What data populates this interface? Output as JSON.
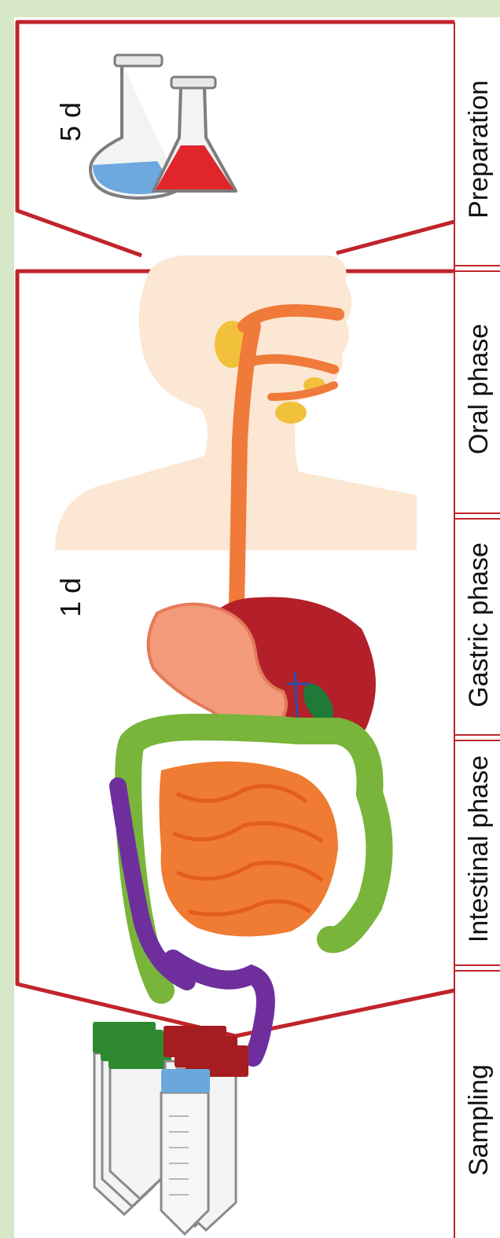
{
  "labels": {
    "stages": [
      "Preparation",
      "Oral phase",
      "Gastric phase",
      "Intestinal phase",
      "Sampling"
    ],
    "durations": {
      "preparation": "5 d",
      "digestion": "1 d"
    }
  },
  "colors": {
    "background": "#d7e8c8",
    "frame": "#c0242a",
    "flask_blue": "#6da8df",
    "flask_red": "#e0262a",
    "esophagus": "#f07a3a",
    "liver": "#b3202a",
    "stomach": "#f29a7a",
    "colon": "#78b53a",
    "small_intestine": "#f07b32",
    "rectum": "#6e2f9c",
    "cap_red": "#a51d20",
    "cap_green": "#2f8a2f",
    "cap_blue": "#6aa8dc"
  },
  "icons": [
    "flask-icon",
    "erlenmeyer-flask-icon",
    "digestive-system-icon",
    "sample-tubes-icon"
  ]
}
